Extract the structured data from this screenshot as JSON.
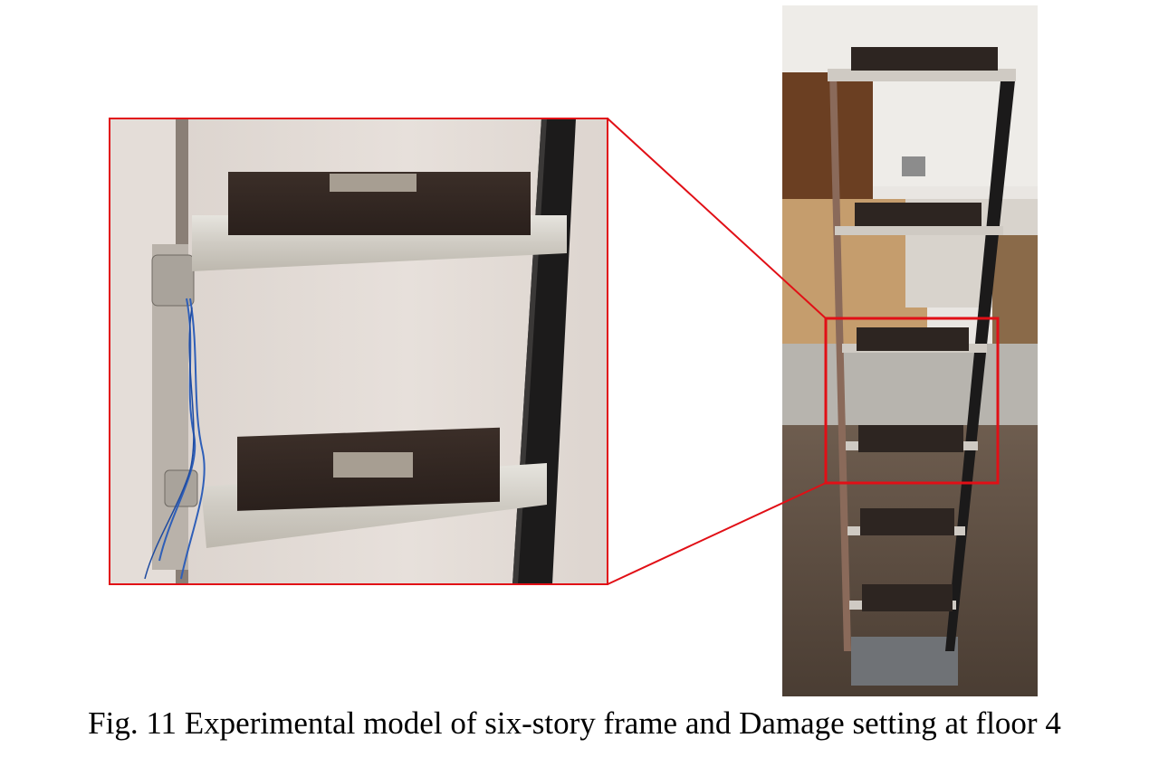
{
  "caption": {
    "text": "Fig. 11 Experimental model of six-story frame and Damage setting at floor 4"
  },
  "figure": {
    "highlight_color": "#e10f16",
    "photo_subject": "six-story frame model",
    "detail_subject": "damage setting at floor 4"
  }
}
